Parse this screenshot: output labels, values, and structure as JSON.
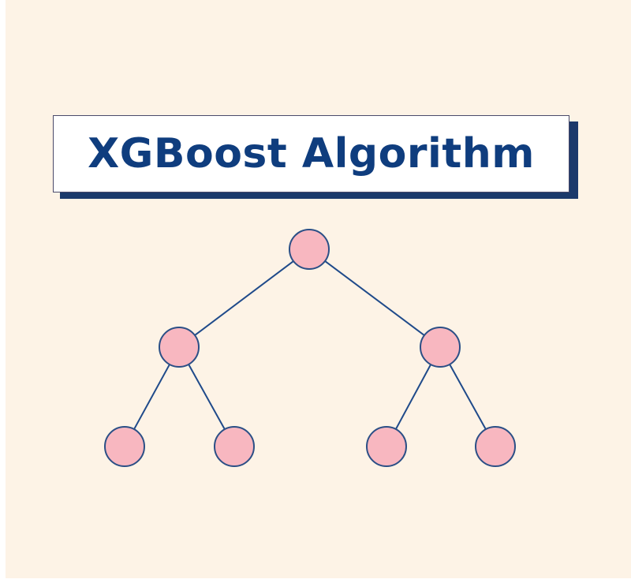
{
  "title": "XGBoost Algorithm",
  "colors": {
    "background": "#fdf3e6",
    "title_text": "#0f3d7e",
    "title_shadow": "#1b3a6b",
    "node_fill": "#f8b7c0",
    "node_stroke": "#2b4f86",
    "edge": "#1f4a8a"
  },
  "diagram": {
    "type": "binary-tree",
    "depth": 3,
    "nodes": [
      "root",
      "left",
      "right",
      "left-left",
      "left-right",
      "right-left",
      "right-right"
    ],
    "edges": [
      [
        "root",
        "left"
      ],
      [
        "root",
        "right"
      ],
      [
        "left",
        "left-left"
      ],
      [
        "left",
        "left-right"
      ],
      [
        "right",
        "right-left"
      ],
      [
        "right",
        "right-right"
      ]
    ]
  }
}
